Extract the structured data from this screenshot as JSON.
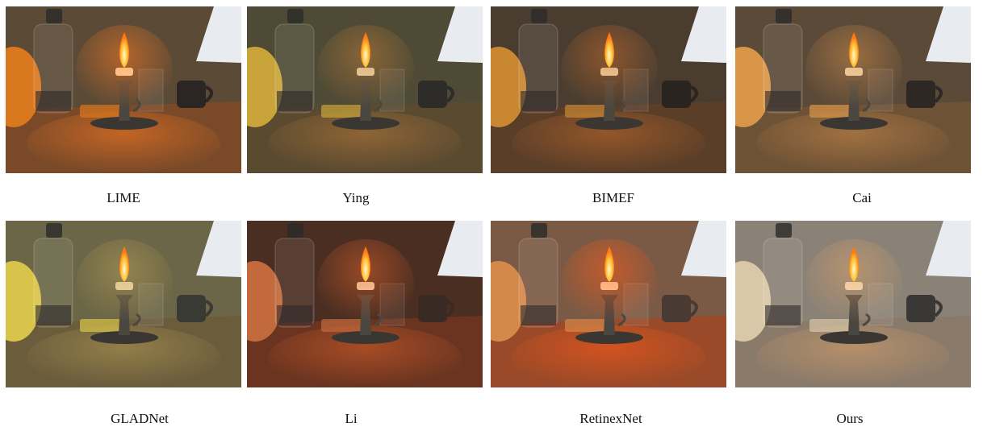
{
  "figure": {
    "panels": [
      {
        "label": "LIME",
        "tone": {
          "wall": "#5a4a36",
          "table": "#7a4a28",
          "glow": "#ff7a22",
          "cup": "#2b2623",
          "bowl": "#d9781f",
          "tint": "#000000",
          "tintOpacity": 0.0
        }
      },
      {
        "label": "Ying",
        "tone": {
          "wall": "#4e4a35",
          "table": "#5a4a30",
          "glow": "#b87a3a",
          "cup": "#2e2c28",
          "bowl": "#c9a43a",
          "tint": "#000000",
          "tintOpacity": 0.0
        }
      },
      {
        "label": "BIMEF",
        "tone": {
          "wall": "#4a3d30",
          "table": "#5a3e28",
          "glow": "#c26a2c",
          "cup": "#2a2420",
          "bowl": "#c98732",
          "tint": "#000000",
          "tintOpacity": 0.0
        }
      },
      {
        "label": "Cai",
        "tone": {
          "wall": "#5c4a38",
          "table": "#6e5236",
          "glow": "#c98a4a",
          "cup": "#2e2824",
          "bowl": "#d99648",
          "tint": "#000000",
          "tintOpacity": 0.0
        }
      },
      {
        "label": "GLADNet",
        "tone": {
          "wall": "#6b6647",
          "table": "#6b5c3c",
          "glow": "#b39a55",
          "cup": "#3a3a34",
          "bowl": "#d8c44a",
          "tint": "#000000",
          "tintOpacity": 0.0
        }
      },
      {
        "label": "Li",
        "tone": {
          "wall": "#4a2e22",
          "table": "#6a3420",
          "glow": "#d9602a",
          "cup": "#3a2a24",
          "bowl": "#c26a3c",
          "tint": "#000000",
          "tintOpacity": 0.0
        }
      },
      {
        "label": "RetinexNet",
        "tone": {
          "wall": "#7a5a44",
          "table": "#9a4a28",
          "glow": "#ff5a1a",
          "cup": "#4a3a34",
          "bowl": "#d4884a",
          "tint": "#000000",
          "tintOpacity": 0.0
        }
      },
      {
        "label": "Ours",
        "tone": {
          "wall": "#8a8276",
          "table": "#8a7a6a",
          "glow": "#d9a06a",
          "cup": "#3a3836",
          "bowl": "#d8c8a8",
          "tint": "#000000",
          "tintOpacity": 0.0
        }
      }
    ]
  }
}
